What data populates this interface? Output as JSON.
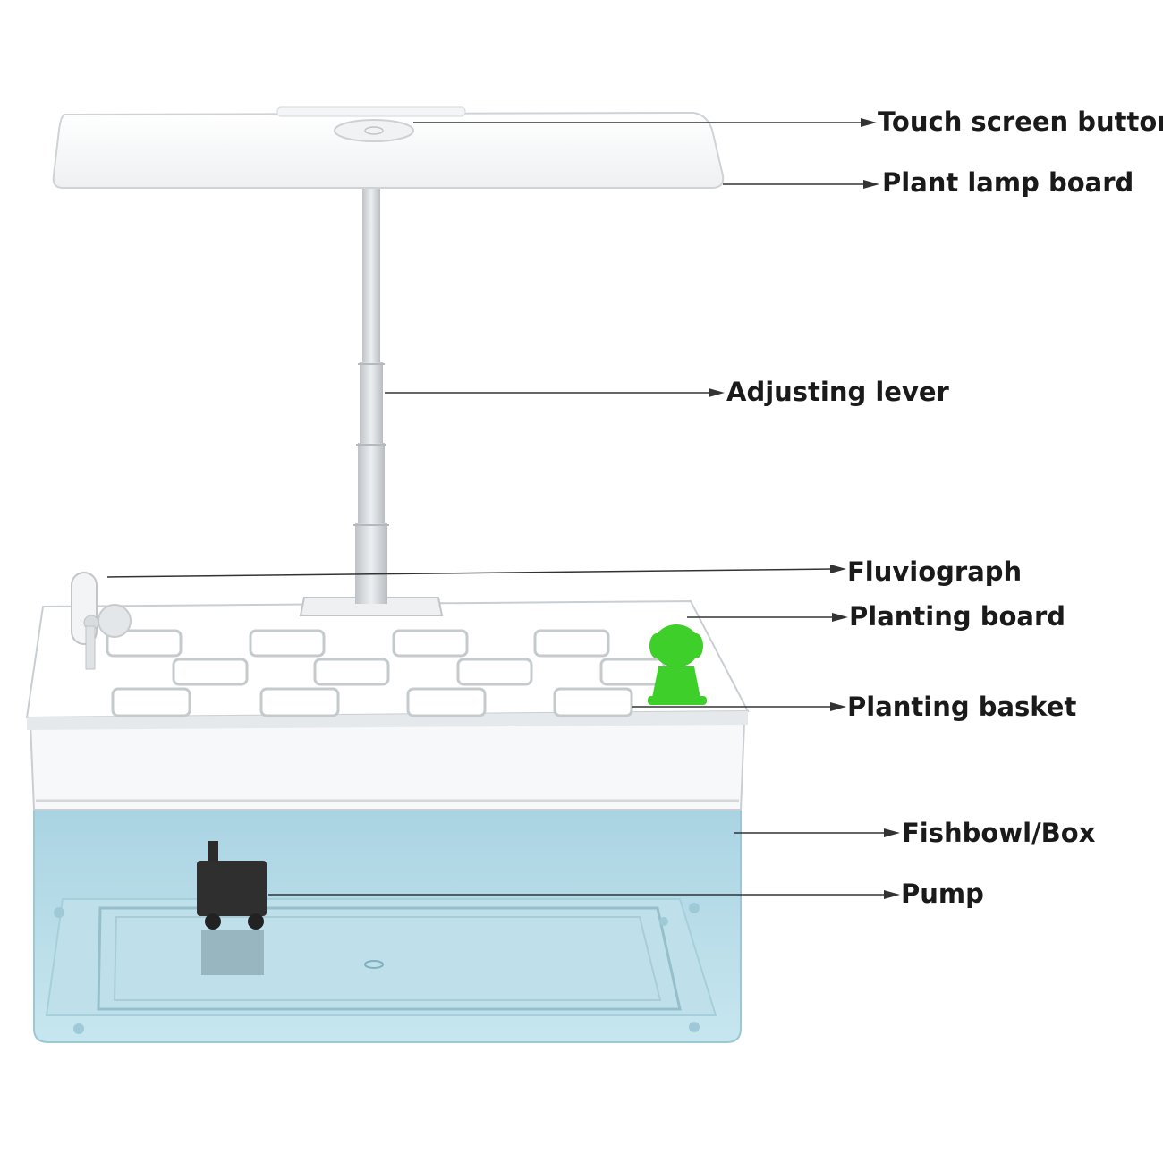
{
  "colors": {
    "water": "#b8dde8",
    "water_dark": "#8fc3d4",
    "plastic": "#ffffff",
    "plastic_shade": "#e9ecee",
    "outline": "#c9ced2",
    "pole": "#d9dcdf",
    "pump": "#2b2b2b",
    "figurine": "#3ecf2b",
    "line": "#333333",
    "label": "#1a1a1a"
  },
  "callouts": [
    {
      "id": "touch-screen-button",
      "text": "Touch screen button"
    },
    {
      "id": "plant-lamp-board",
      "text": "Plant lamp board"
    },
    {
      "id": "adjusting-lever",
      "text": "Adjusting lever"
    },
    {
      "id": "fluviograph",
      "text": "Fluviograph"
    },
    {
      "id": "planting-board",
      "text": "Planting board"
    },
    {
      "id": "planting-basket",
      "text": "Planting basket"
    },
    {
      "id": "fishbowl-box",
      "text": "Fishbowl/Box"
    },
    {
      "id": "pump",
      "text": "Pump"
    }
  ]
}
